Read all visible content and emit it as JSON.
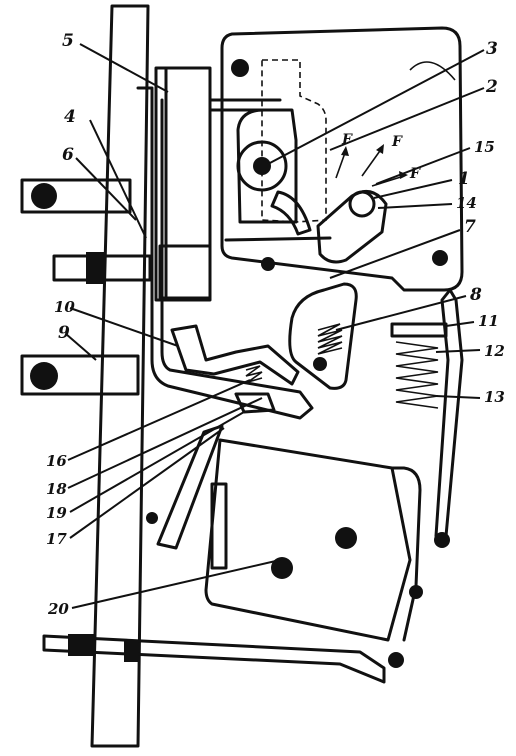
{
  "callouts": [
    {
      "id": "c1",
      "text": "1"
    },
    {
      "id": "c2",
      "text": "2"
    },
    {
      "id": "c3",
      "text": "3"
    },
    {
      "id": "c4",
      "text": "4"
    },
    {
      "id": "c5",
      "text": "5"
    },
    {
      "id": "c6",
      "text": "6"
    },
    {
      "id": "c7",
      "text": "7"
    },
    {
      "id": "c8",
      "text": "8"
    },
    {
      "id": "c9",
      "text": "9"
    },
    {
      "id": "c10",
      "text": "10"
    },
    {
      "id": "c11",
      "text": "11"
    },
    {
      "id": "c12",
      "text": "12"
    },
    {
      "id": "c13",
      "text": "13"
    },
    {
      "id": "c14",
      "text": "14"
    },
    {
      "id": "c15",
      "text": "15"
    },
    {
      "id": "c16",
      "text": "16"
    },
    {
      "id": "c17",
      "text": "17"
    },
    {
      "id": "c18",
      "text": "18"
    },
    {
      "id": "c19",
      "text": "19"
    },
    {
      "id": "c20",
      "text": "20"
    }
  ],
  "forces": [
    {
      "id": "f1",
      "text": "F"
    },
    {
      "id": "f2",
      "text": "F"
    },
    {
      "id": "f3",
      "text": "F"
    }
  ]
}
